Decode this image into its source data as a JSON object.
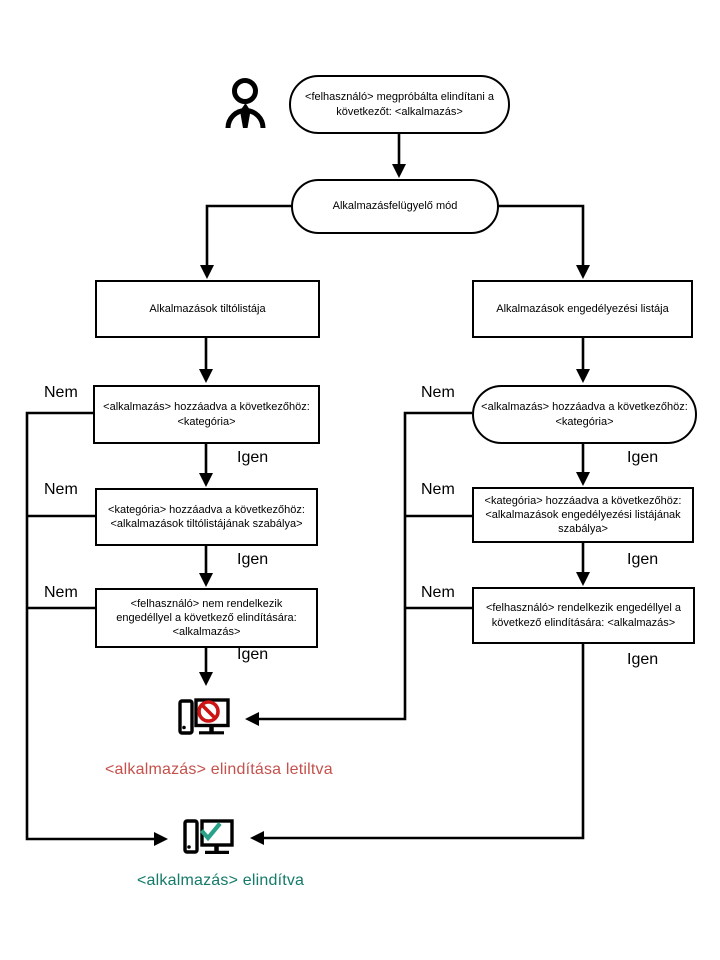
{
  "diagram": {
    "nodes": {
      "start": "<felhasználó> megpróbálta elindítani a következőt: <alkalmazás>",
      "mode": "Alkalmazásfelügyelő mód",
      "denylist": "Alkalmazások tiltólistája",
      "allowlist": "Alkalmazások engedélyezési listája",
      "deny_app": "<alkalmazás> hozzáadva a következőhöz: <kategória>",
      "allow_app": "<alkalmazás> hozzáadva a következőhöz: <kategória>",
      "deny_rule": "<kategória> hozzáadva a következőhöz: <alkalmazások tiltólistájának szabálya>",
      "allow_rule": "<kategória> hozzáadva a következőhöz: <alkalmazások engedélyezési listájának szabálya>",
      "deny_user": "<felhasználó> nem rendelkezik engedéllyel a következő elindítására: <alkalmazás>",
      "allow_user": "<felhasználó> rendelkezik engedéllyel a következő elindítására: <alkalmazás>"
    },
    "labels": {
      "yes": "Igen",
      "no": "Nem"
    },
    "results": {
      "blocked": "<alkalmazás> elindítása letiltva",
      "started": "<alkalmazás> elindítva"
    },
    "colors": {
      "line": "#000000",
      "blocked_text": "#c4514c",
      "started_text": "#147a69",
      "blocked_icon": "#cc1414",
      "started_icon": "#2aa189"
    }
  }
}
